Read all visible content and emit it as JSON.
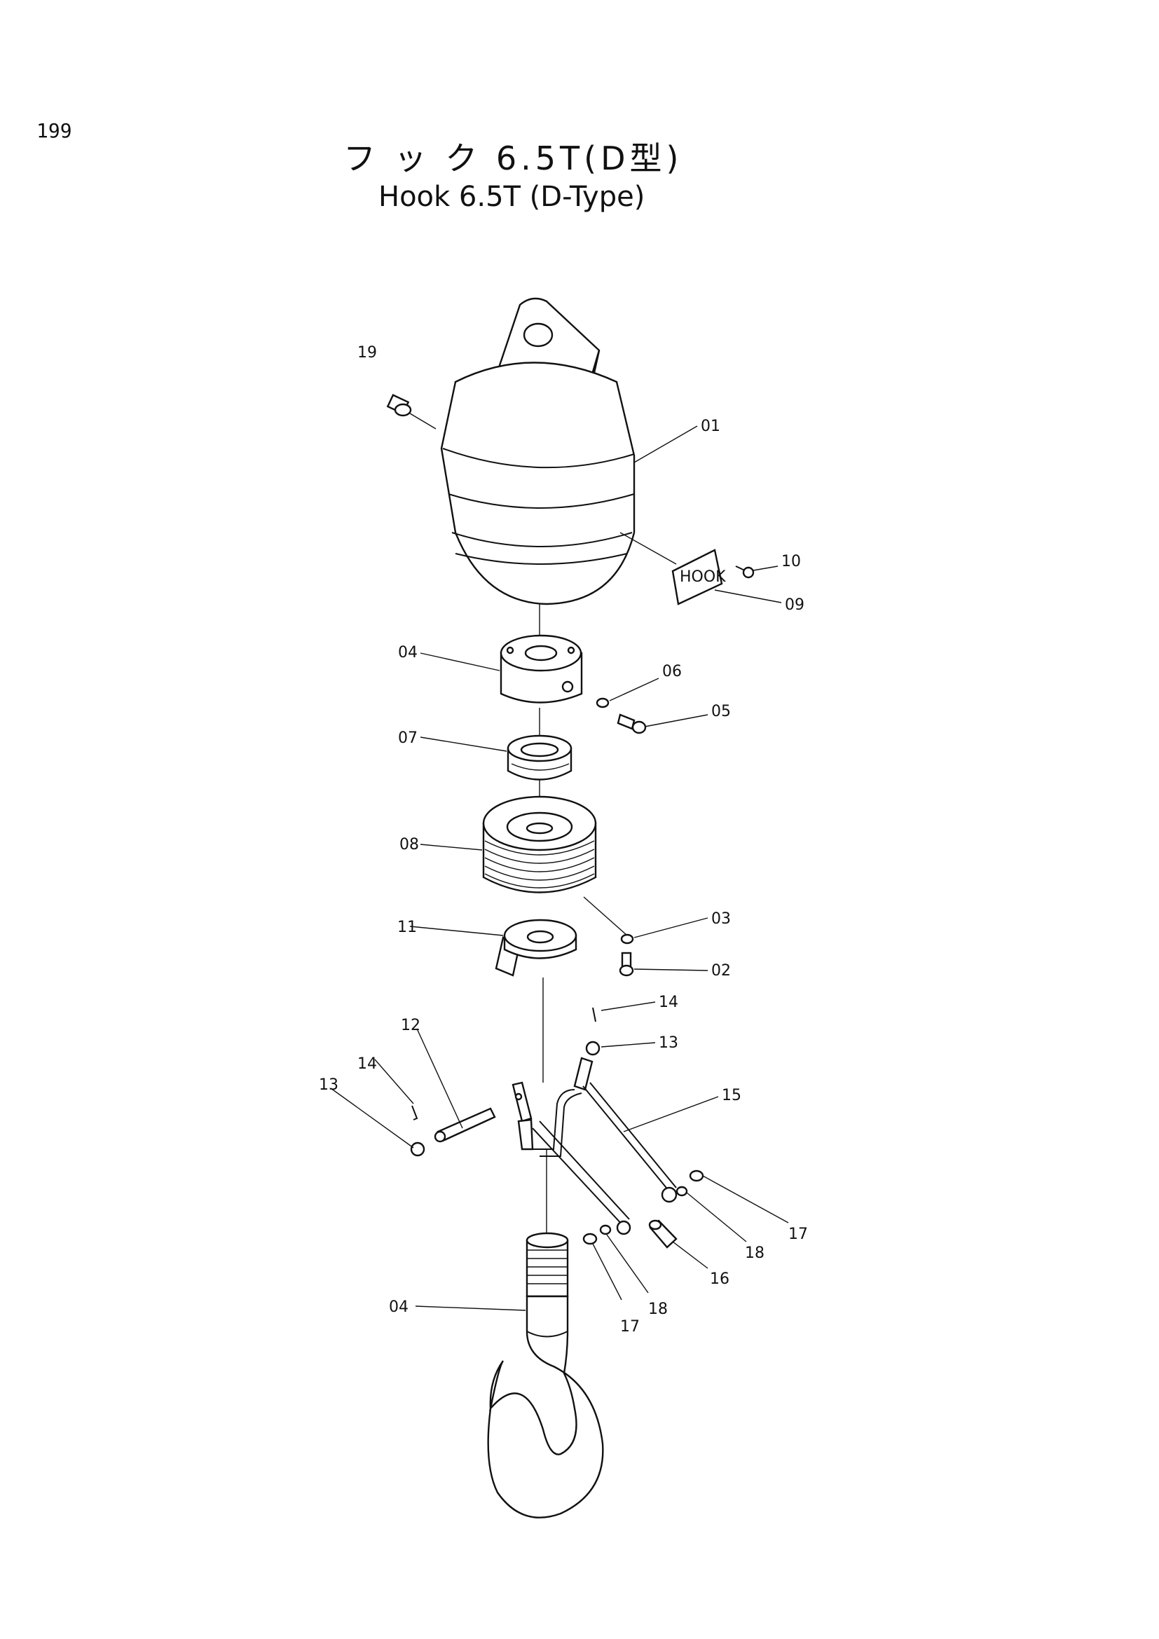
{
  "page_number": "199",
  "title_jp": "フ ッ ク 6.5T(D型)",
  "title_en": "Hook 6.5T (D-Type)",
  "nameplate_text": "HOOK",
  "callouts": {
    "p19": "19",
    "p01": "01",
    "p10": "10",
    "p09": "09",
    "p04_top": "04",
    "p06": "06",
    "p05": "05",
    "p07": "07",
    "p08": "08",
    "p03": "03",
    "p11": "11",
    "p02": "02",
    "p14_top": "14",
    "p13_top": "13",
    "p12": "12",
    "p14_left": "14",
    "p13_left": "13",
    "p15": "15",
    "p17_right": "17",
    "p18_right": "18",
    "p16": "16",
    "p18_left": "18",
    "p17_left": "17",
    "p04_hook": "04"
  }
}
